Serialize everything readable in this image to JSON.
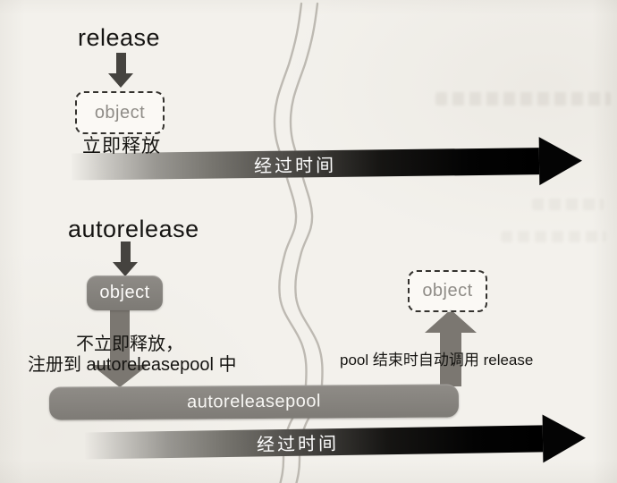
{
  "palette": {
    "paper": "#f3f1ec",
    "ink": "#161512",
    "grey_box": "#837f7a",
    "grey_arrow": "#7b7771",
    "small_arrow": "#45433f",
    "dashed_box_text": "#8f8c87",
    "timeline_black": "#040404",
    "crease_line": "#b4b0a8",
    "label_white": "#ffffff"
  },
  "release_section": {
    "title": "release",
    "object_label": "object",
    "caption": "立即释放",
    "timeline_label": "经过时间"
  },
  "autorelease_section": {
    "title": "autorelease",
    "object_label": "object",
    "caption_line1": "不立即释放，",
    "caption_line2": "注册到 autoreleasepool 中",
    "pool_label": "autoreleasepool",
    "released_object_label": "object",
    "release_note": "pool 结束时自动调用 release",
    "timeline_label": "经过时间"
  }
}
